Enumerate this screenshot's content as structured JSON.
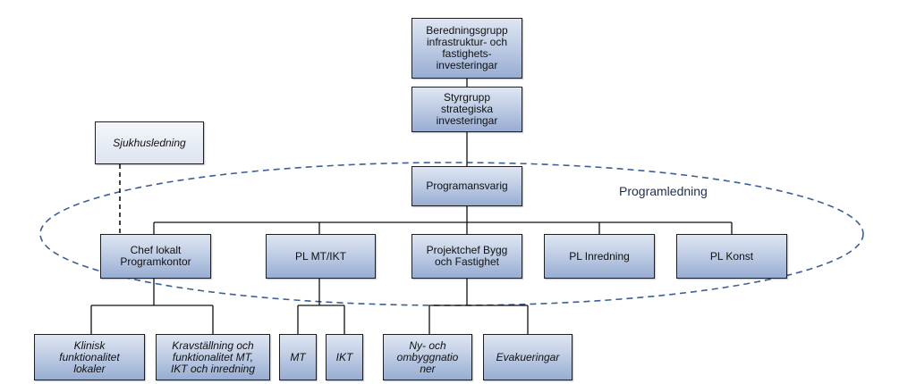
{
  "nodes": {
    "beredningsgrupp": "Beredningsgrupp\ninfrastruktur- och\nfastighets-\ninvesteringar",
    "styrgrupp": "Styrgrupp\nstrategiska\ninvesteringar",
    "programansvarig": "Programansvarig",
    "sjukhusledning": "Sjukhusledning",
    "chef_lokalt": "Chef lokalt\nProgramkontor",
    "pl_mt_ikt": "PL MT/IKT",
    "projektchef": "Projektchef Bygg\noch Fastighet",
    "pl_inredning": "PL Inredning",
    "pl_konst": "PL Konst",
    "klinisk": "Klinisk\nfunktionalitet\nlokaler",
    "kravstallning": "Kravställning och\nfunktionalitet MT,\nIKT och inredning",
    "mt": "MT",
    "ikt": "IKT",
    "ny_och_ombyggnation": "Ny- och\nombyggnatio\nner",
    "evakueringar": "Evakueringar"
  },
  "group_label": "Programledning",
  "colors": {
    "ellipse": "#3c5f96",
    "line": "#111111"
  }
}
